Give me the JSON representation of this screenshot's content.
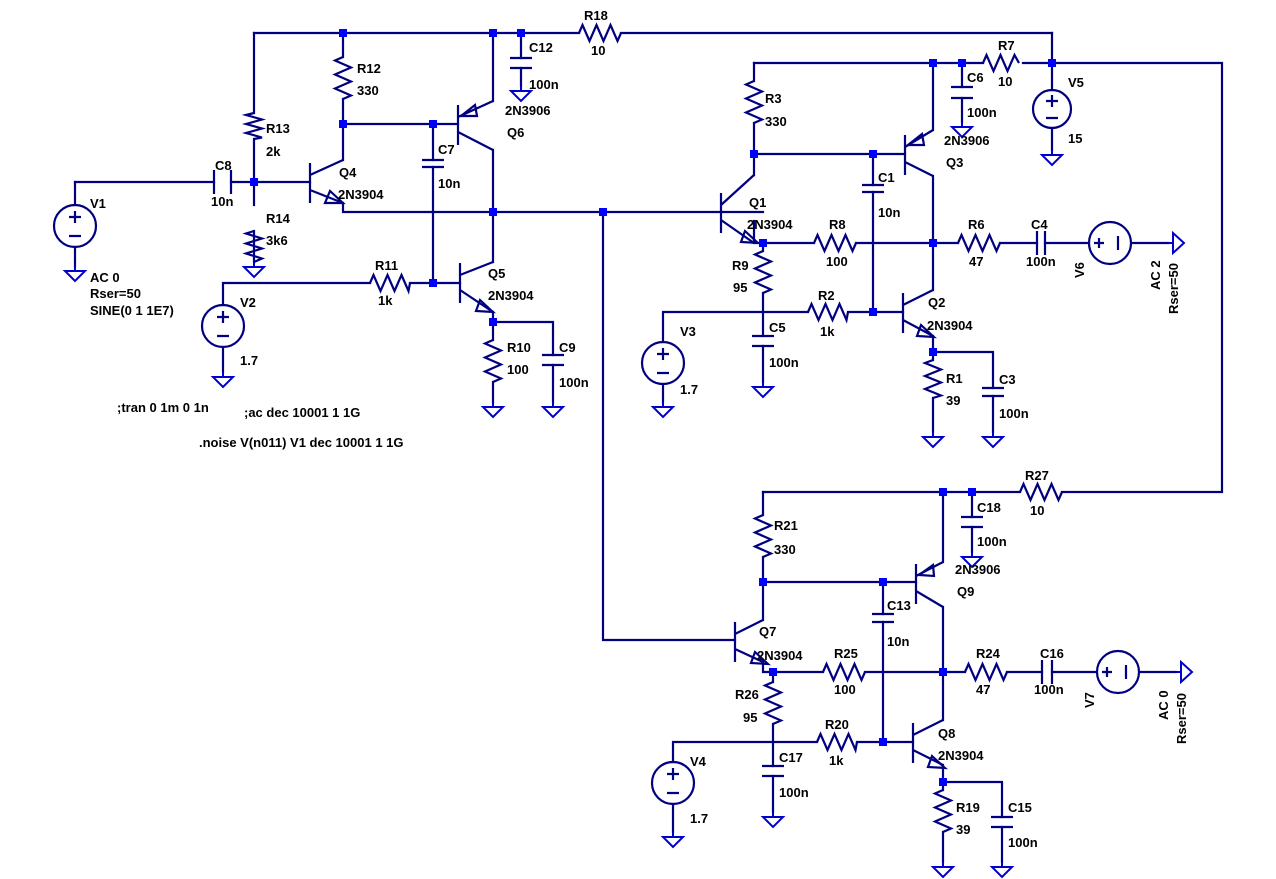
{
  "components": {
    "R1": {
      "ref": "R1",
      "value": "39"
    },
    "R2": {
      "ref": "R2",
      "value": "1k"
    },
    "R3": {
      "ref": "R3",
      "value": "330"
    },
    "R6": {
      "ref": "R6",
      "value": "47"
    },
    "R7": {
      "ref": "R7",
      "value": "10"
    },
    "R8": {
      "ref": "R8",
      "value": "100"
    },
    "R9": {
      "ref": "R9",
      "value": "95"
    },
    "R10": {
      "ref": "R10",
      "value": "100"
    },
    "R11": {
      "ref": "R11",
      "value": "1k"
    },
    "R12": {
      "ref": "R12",
      "value": "330"
    },
    "R13": {
      "ref": "R13",
      "value": "2k"
    },
    "R14": {
      "ref": "R14",
      "value": "3k6"
    },
    "R18": {
      "ref": "R18",
      "value": "10"
    },
    "R19": {
      "ref": "R19",
      "value": "39"
    },
    "R20": {
      "ref": "R20",
      "value": "1k"
    },
    "R21": {
      "ref": "R21",
      "value": "330"
    },
    "R24": {
      "ref": "R24",
      "value": "47"
    },
    "R25": {
      "ref": "R25",
      "value": "100"
    },
    "R26": {
      "ref": "R26",
      "value": "95"
    },
    "R27": {
      "ref": "R27",
      "value": "10"
    },
    "C1": {
      "ref": "C1",
      "value": "10n"
    },
    "C3": {
      "ref": "C3",
      "value": "100n"
    },
    "C4": {
      "ref": "C4",
      "value": "100n"
    },
    "C5": {
      "ref": "C5",
      "value": "100n"
    },
    "C6": {
      "ref": "C6",
      "value": "100n"
    },
    "C7": {
      "ref": "C7",
      "value": "10n"
    },
    "C8": {
      "ref": "C8",
      "value": "10n"
    },
    "C9": {
      "ref": "C9",
      "value": "100n"
    },
    "C12": {
      "ref": "C12",
      "value": "100n"
    },
    "C13": {
      "ref": "C13",
      "value": "10n"
    },
    "C15": {
      "ref": "C15",
      "value": "100n"
    },
    "C16": {
      "ref": "C16",
      "value": "100n"
    },
    "C17": {
      "ref": "C17",
      "value": "100n"
    },
    "C18": {
      "ref": "C18",
      "value": "100n"
    },
    "Q1": {
      "ref": "Q1",
      "model": "2N3904"
    },
    "Q2": {
      "ref": "Q2",
      "model": "2N3904"
    },
    "Q3": {
      "ref": "Q3",
      "model": "2N3906"
    },
    "Q4": {
      "ref": "Q4",
      "model": "2N3904"
    },
    "Q5": {
      "ref": "Q5",
      "model": "2N3904"
    },
    "Q6": {
      "ref": "Q6",
      "model": "2N3906"
    },
    "Q7": {
      "ref": "Q7",
      "model": "2N3904"
    },
    "Q8": {
      "ref": "Q8",
      "model": "2N3904"
    },
    "Q9": {
      "ref": "Q9",
      "model": "2N3906"
    },
    "V1": {
      "ref": "V1",
      "line1": "AC 0",
      "line2": "Rser=50",
      "line3": "SINE(0 1 1E7)"
    },
    "V2": {
      "ref": "V2",
      "value": "1.7"
    },
    "V3": {
      "ref": "V3",
      "value": "1.7"
    },
    "V4": {
      "ref": "V4",
      "value": "1.7"
    },
    "V5": {
      "ref": "V5",
      "value": "15"
    },
    "V6": {
      "ref": "V6",
      "line1": "AC 2",
      "line2": "Rser=50"
    },
    "V7": {
      "ref": "V7",
      "line1": "AC 0",
      "line2": "Rser=50"
    }
  },
  "directives": {
    "tran": ";tran 0 1m 0 1n",
    "ac": ";ac dec 10001 1 1G",
    "noise": ".noise V(n011) V1 dec 10001 1 1G"
  },
  "colors": {
    "wire": "#000080",
    "junction": "#0000ff",
    "ground": "#0000cc",
    "text": "#000000",
    "background": "#ffffff"
  }
}
